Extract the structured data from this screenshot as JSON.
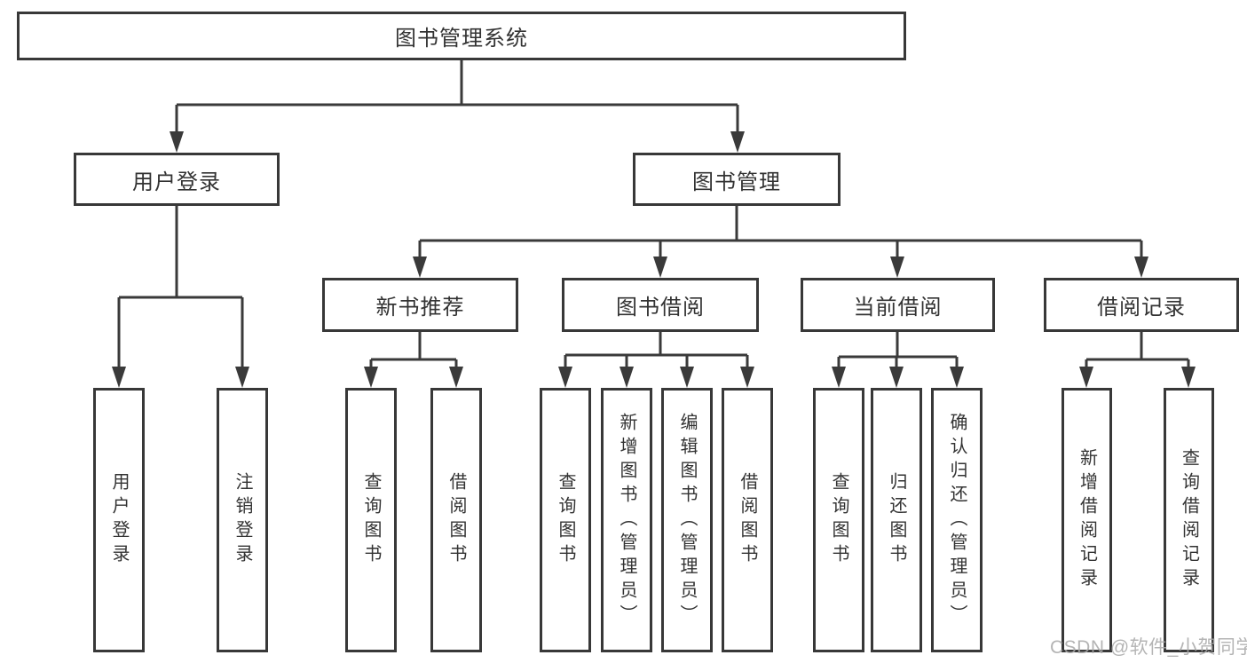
{
  "colors": {
    "line": "#3a3a3a",
    "border": "#383838",
    "text": "#333333",
    "watermark": "#a8a8a8",
    "bg": "#ffffff"
  },
  "diagram": {
    "root": {
      "label": "图书管理系统"
    },
    "branches": [
      {
        "label": "用户登录",
        "children": [
          "用户登录",
          "注销登录"
        ]
      },
      {
        "label": "图书管理",
        "sections": [
          {
            "label": "新书推荐",
            "children": [
              "查询图书",
              "借阅图书"
            ]
          },
          {
            "label": "图书借阅",
            "children": [
              "查询图书",
              "新增图书（管理员）",
              "编辑图书（管理员）",
              "借阅图书"
            ]
          },
          {
            "label": "当前借阅",
            "children": [
              "查询图书",
              "归还图书",
              "确认归还（管理员）"
            ]
          },
          {
            "label": "借阅记录",
            "children": [
              "新增借阅记录",
              "查询借阅记录"
            ]
          }
        ]
      }
    ]
  },
  "watermark": {
    "text": "CSDN @软件_小贺同学"
  }
}
